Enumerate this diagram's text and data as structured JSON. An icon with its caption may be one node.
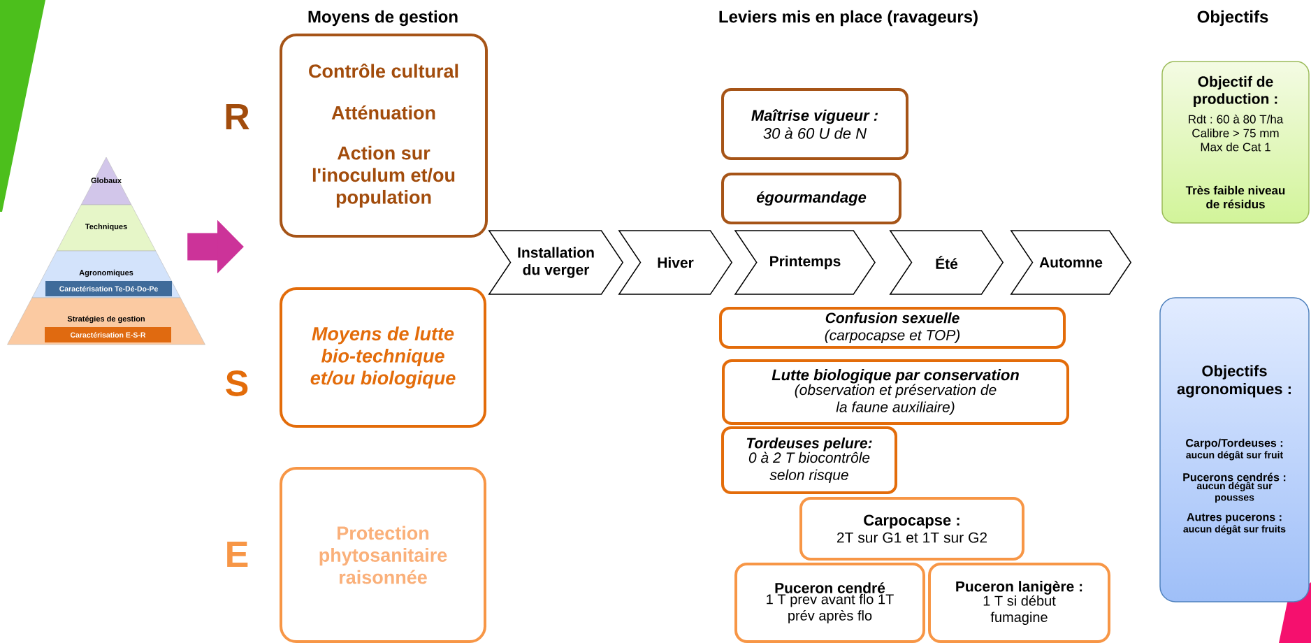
{
  "diagram": {
    "nodes": [
      {
        "text": [
          "Globaux"
        ]
      },
      {
        "text": [
          "Techniques"
        ]
      },
      {
        "text": [
          "Agronomiques"
        ]
      },
      {
        "text": [
          "Caractérisation Te-Dé-Do-Pe"
        ],
        "in": 2
      },
      {
        "text": [
          "Stratégies de gestion"
        ]
      },
      {
        "text": [
          "Caractérisation E-S-R"
        ],
        "in": 4
      },
      {
        "text": [
          "Contrôle cultural",
          "Atténuation",
          "Action sur l'inoculum et/ou population"
        ],
        "beside": [
          "R"
        ]
      },
      {
        "text": [
          "Moyens de lutte bio-technique et/ou biologique"
        ],
        "beside": [
          "S"
        ]
      },
      {
        "text": [
          "Protection phytosanitaire raisonnée"
        ],
        "beside": [
          "E"
        ]
      },
      {
        "text": [
          "Installation du verger"
        ]
      },
      {
        "text": [
          "Hiver"
        ]
      },
      {
        "text": [
          "Printemps"
        ]
      },
      {
        "text": [
          "Été"
        ]
      },
      {
        "text": [
          "Automne"
        ]
      },
      {
        "text": [
          "Maîtrise vigueur :",
          "30 à 60 U de N"
        ]
      },
      {
        "text": [
          "égourmandage"
        ]
      },
      {
        "text": [
          "Confusion sexuelle",
          "(carpocapse et TOP)"
        ]
      },
      {
        "text": [
          "Lutte biologique par conservation",
          "(observation et préservation de la faune auxiliaire)"
        ]
      },
      {
        "text": [
          "Tordeuses pelure:",
          "0 à 2 T biocontrôle selon risque"
        ]
      },
      {
        "text": [
          "Carpocapse :",
          "2T sur G1 et 1T sur G2"
        ]
      },
      {
        "text": [
          "Puceron cendré",
          "1 T prev avant flo 1T prév après flo"
        ]
      },
      {
        "text": [
          "Puceron lanigère :",
          "1 T si début fumagine"
        ]
      },
      {
        "text": [
          "Objectif de production :",
          "Rdt : 60 à 80 T/ha",
          "Calibre > 75 mm",
          "Max de Cat 1",
          "Très faible niveau de résidus"
        ]
      },
      {
        "text": [
          "Objectifs agronomiques :",
          "Carpo/Tordeuses :",
          "aucun dégât sur fruit",
          "Pucerons cendrés :",
          "aucun dégât sur pousses",
          "Autres pucerons :",
          "aucun dégât sur fruits"
        ]
      }
    ],
    "edges": [
      {
        "from": 1,
        "to": 6,
        "arrow": "to"
      }
    ],
    "labels": [
      "Moyens de gestion",
      "Leviers mis en place (ravageurs)",
      "Objectifs"
    ]
  }
}
